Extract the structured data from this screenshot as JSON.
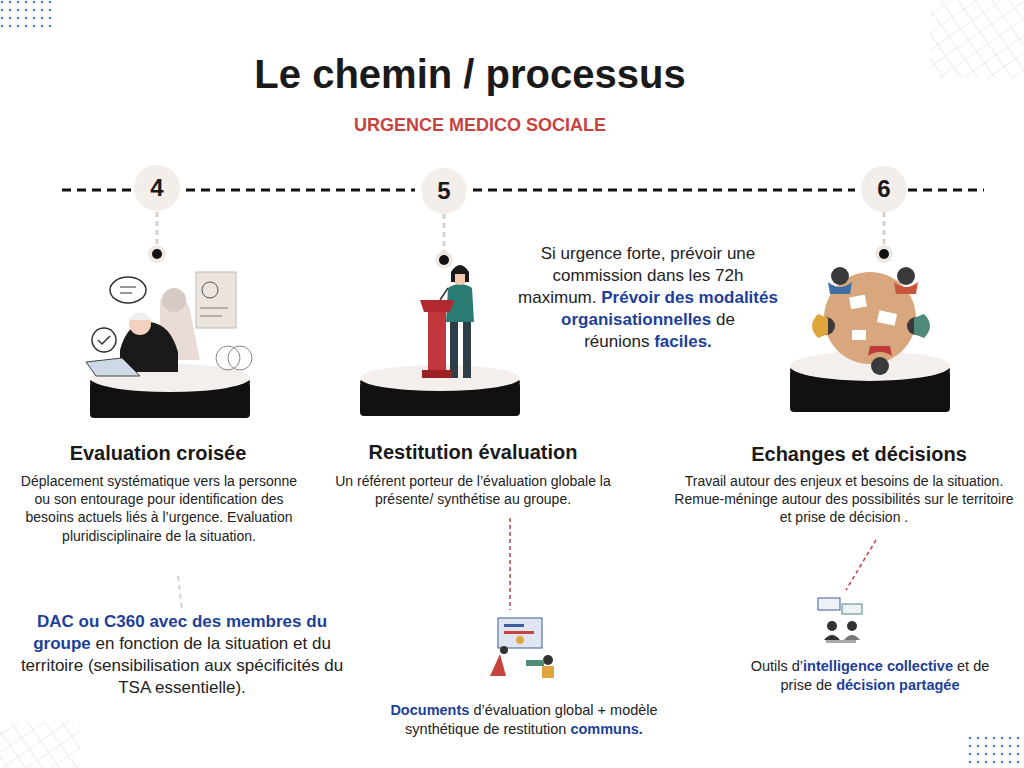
{
  "diagram": {
    "title": "Le chemin / processus",
    "nodes": [
      {
        "text": [
          "4"
        ]
      },
      {
        "text": [
          "5"
        ]
      },
      {
        "text": [
          "6"
        ]
      }
    ],
    "edges": [
      {
        "from": 0,
        "to": 1,
        "arrow": "none"
      },
      {
        "from": 1,
        "to": 2,
        "arrow": "none"
      }
    ],
    "labels": [
      "URGENCE MEDICO SOCIALE",
      "Evaluation croisée",
      "Déplacement systématique vers la personne ou son entourage pour identification des besoins actuels liés à l’urgence. Evaluation pluridisciplinaire de la situation.",
      "DAC ou C360 avec des membres du groupe",
      "en fonction de la situation et du territoire (sensibilisation aux spécificités du TSA essentielle).",
      "Si urgence forte, prévoir une commission dans les 72h maximum.",
      "Prévoir des modalités organisationnelles",
      "de réunions",
      "faciles.",
      "Restitution évaluation",
      "Un référent porteur de l’évaluation globale la présente/ synthétise au groupe.",
      "Documents",
      "d’évaluation global + modèle synthétique de restitution",
      "communs.",
      "Echanges et décisions",
      "Travail autour des enjeux et besoins de la situation. Remue-méninge autour des possibilités sur le territoire et prise de décision .",
      "Outils d’",
      "intelligence collective",
      "et de prise de",
      "décision partagée"
    ]
  }
}
